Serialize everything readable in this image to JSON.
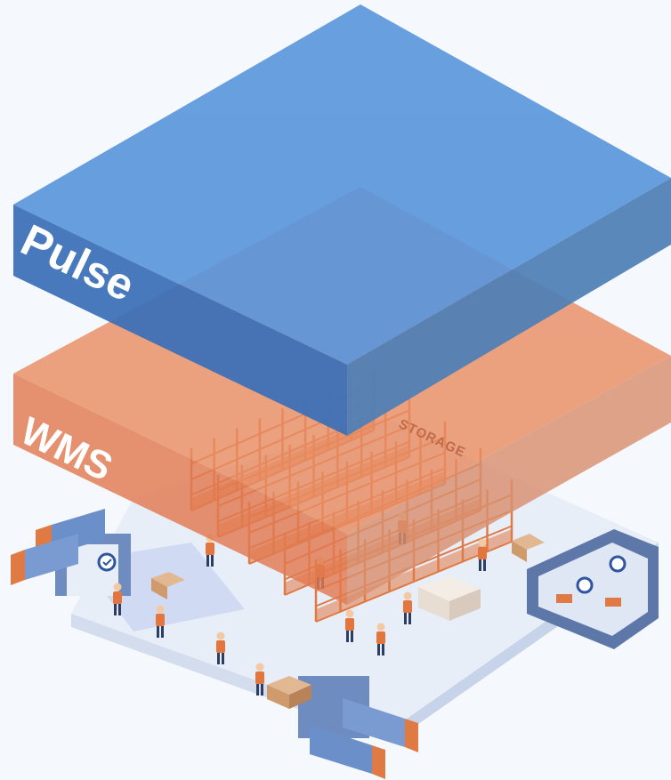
{
  "layers": {
    "top": {
      "label": "Pulse"
    },
    "middle": {
      "label": "WMS"
    }
  },
  "zones": {
    "storage": {
      "label": "STORAGE"
    }
  },
  "colors": {
    "background": "#f5f8fd",
    "pulse_top": "#5b97dc",
    "pulse_front": "#3a6fb8",
    "pulse_side": "#4d7fb6",
    "wms_top": "#e98d63",
    "wms_front": "#e27a50",
    "wms_side": "#d9906f",
    "floor": "#e8eef8",
    "rack": "#e07a45",
    "worker_vest": "#e3753f",
    "truck_body": "#6b8fc9",
    "truck_cab": "#e07a45",
    "office": "#5d78a8"
  }
}
